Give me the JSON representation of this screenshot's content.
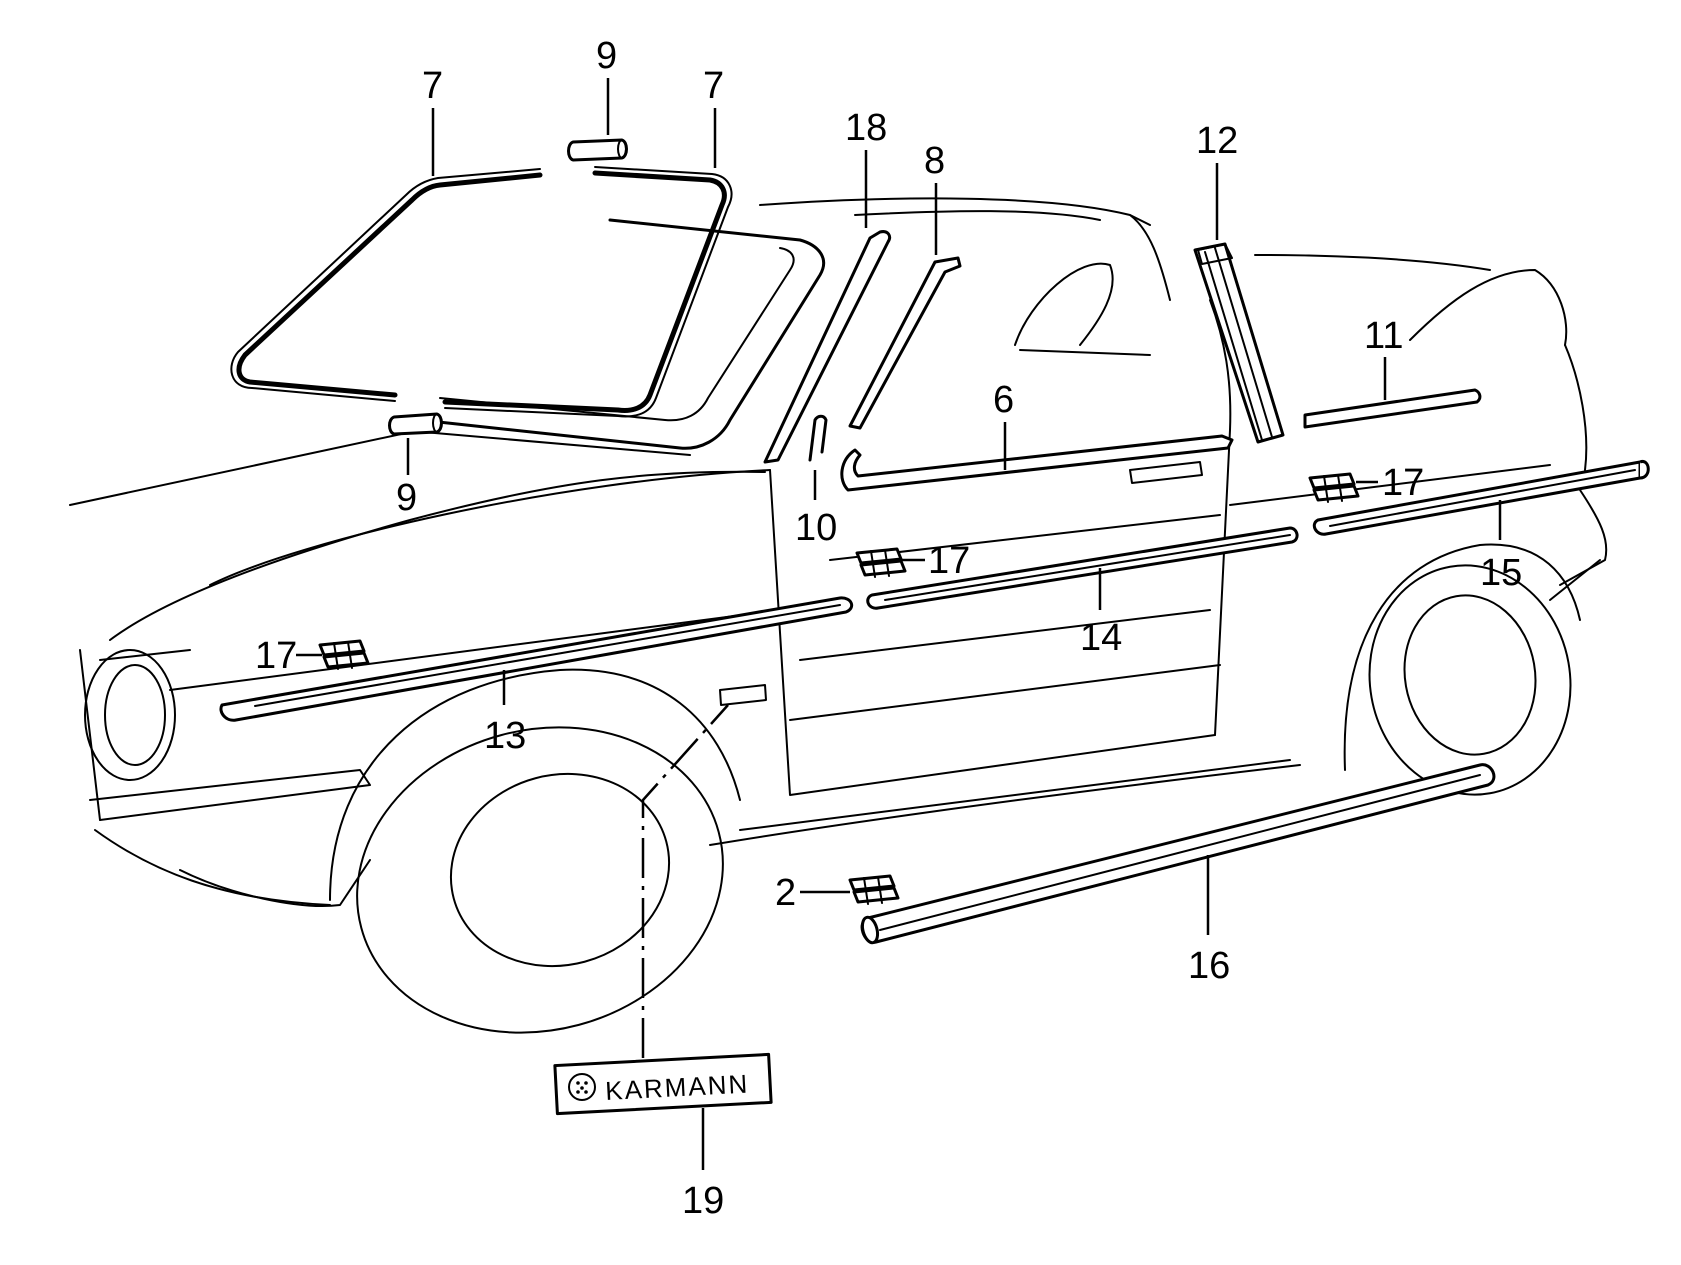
{
  "diagram": {
    "callouts": [
      {
        "id": "c7a",
        "label": "7"
      },
      {
        "id": "c9a",
        "label": "9"
      },
      {
        "id": "c7b",
        "label": "7"
      },
      {
        "id": "c18",
        "label": "18"
      },
      {
        "id": "c8",
        "label": "8"
      },
      {
        "id": "c12",
        "label": "12"
      },
      {
        "id": "c11",
        "label": "11"
      },
      {
        "id": "c6",
        "label": "6"
      },
      {
        "id": "c9b",
        "label": "9"
      },
      {
        "id": "c10",
        "label": "10"
      },
      {
        "id": "c17a",
        "label": "17"
      },
      {
        "id": "c17b",
        "label": "17"
      },
      {
        "id": "c17c",
        "label": "17"
      },
      {
        "id": "c15",
        "label": "15"
      },
      {
        "id": "c14",
        "label": "14"
      },
      {
        "id": "c13",
        "label": "13"
      },
      {
        "id": "c2",
        "label": "2"
      },
      {
        "id": "c16",
        "label": "16"
      },
      {
        "id": "c19",
        "label": "19"
      }
    ],
    "badge": {
      "text": "KARMANN"
    }
  }
}
